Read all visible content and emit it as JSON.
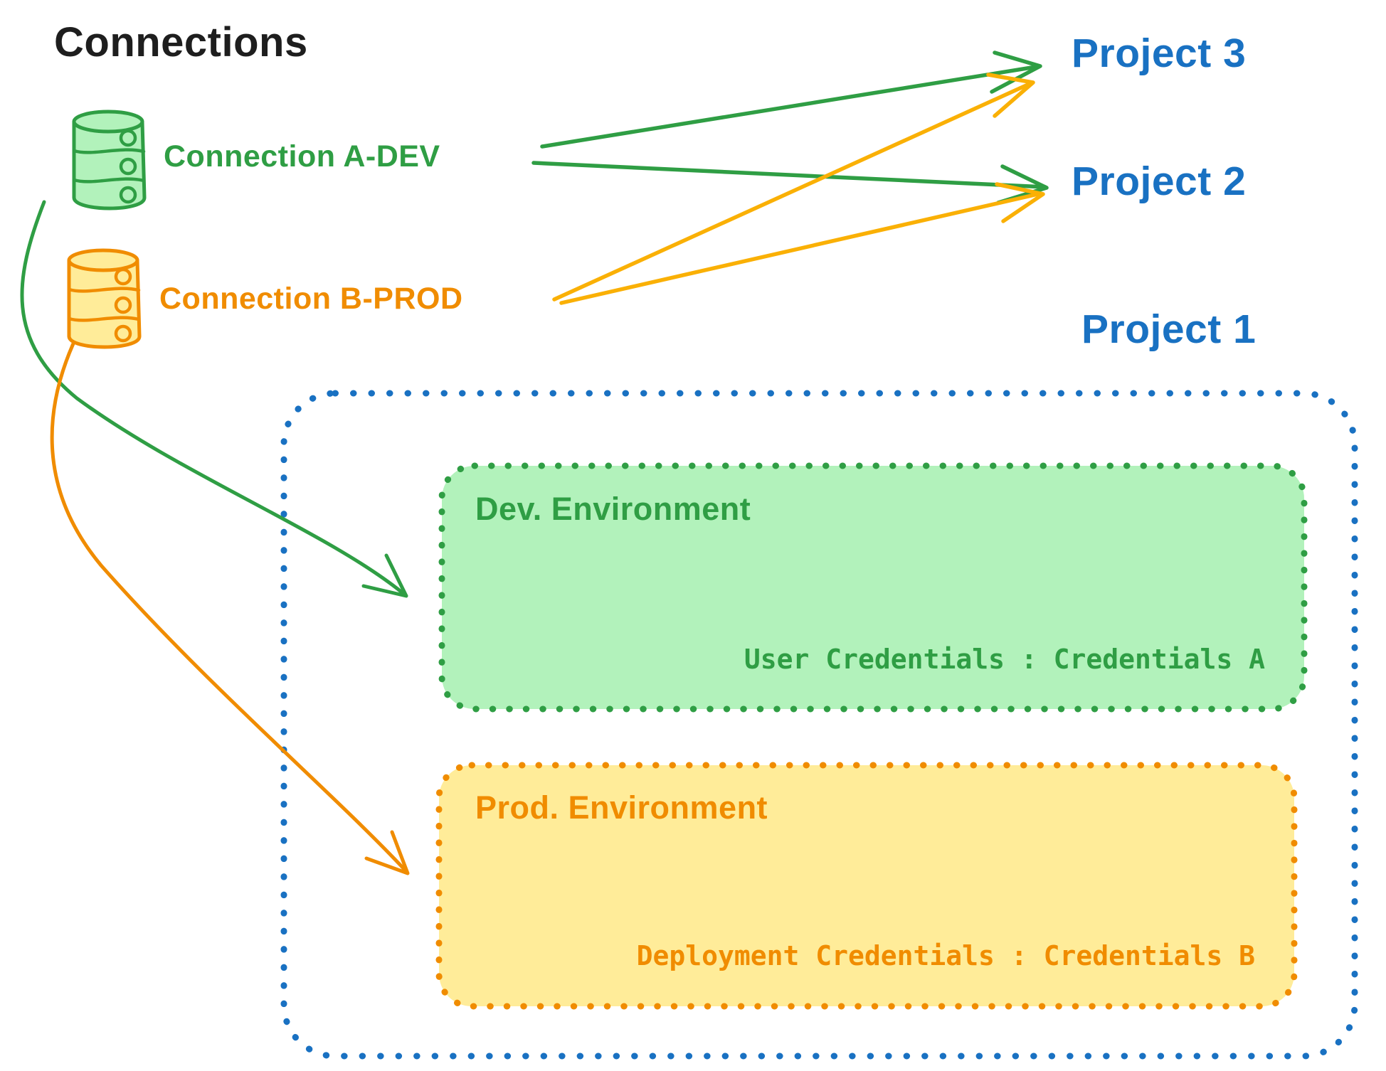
{
  "title": "Connections",
  "palette": {
    "black": "#1e1e1e",
    "green": "#2f9e44",
    "green_fill": "#b2f2bb",
    "orange": "#f08c00",
    "orange_fill": "#ffec99",
    "amber": "#fab005",
    "blue": "#1971c2"
  },
  "connections": [
    {
      "label": "Connection A-DEV",
      "icon": "database-icon",
      "color": "#2f9e44"
    },
    {
      "label": "Connection B-PROD",
      "icon": "database-icon",
      "color": "#f08c00"
    }
  ],
  "projects": [
    {
      "label": "Project 3"
    },
    {
      "label": "Project 2"
    },
    {
      "label": "Project 1"
    }
  ],
  "project1": {
    "environments": [
      {
        "title": "Dev. Environment",
        "credentials": "User Credentials : Credentials A"
      },
      {
        "title": "Prod. Environment",
        "credentials": "Deployment Credentials : Credentials B"
      }
    ]
  },
  "edges": [
    {
      "from": "Connection A-DEV",
      "to": "Project 3",
      "color": "#2f9e44"
    },
    {
      "from": "Connection A-DEV",
      "to": "Project 2",
      "color": "#2f9e44"
    },
    {
      "from": "Connection B-PROD",
      "to": "Project 3",
      "color": "#fab005"
    },
    {
      "from": "Connection B-PROD",
      "to": "Project 2",
      "color": "#fab005"
    },
    {
      "from": "Connection A-DEV",
      "to": "Dev. Environment",
      "color": "#2f9e44"
    },
    {
      "from": "Connection B-PROD",
      "to": "Prod. Environment",
      "color": "#f08c00"
    }
  ]
}
